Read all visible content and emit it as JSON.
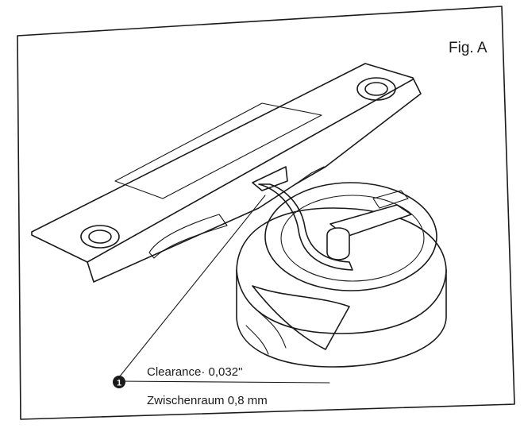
{
  "figure": {
    "label": "Fig. A",
    "callout": {
      "number": "1",
      "line1": "Clearance· 0,032\"",
      "line2": "Zwischenraum 0,8 mm"
    }
  },
  "colors": {
    "ink": "#1a1a1a",
    "paper": "#ffffff"
  }
}
